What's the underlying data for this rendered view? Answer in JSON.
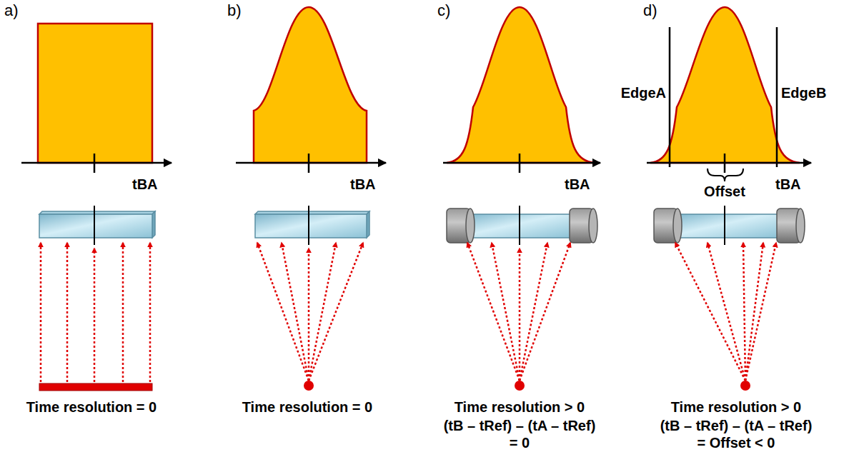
{
  "diagram": {
    "labels": [
      "a)",
      "b)",
      "c)",
      "d)",
      "tBA",
      "tBA",
      "tBA",
      "EdgeA",
      "EdgeB",
      "Offset",
      "tBA",
      "Time resolution = 0",
      "Time resolution = 0",
      "Time resolution > 0",
      "(tB – tRef) – (tA – tRef) = 0",
      "Time resolution > 0",
      "(tB – tRef) – (tA – tRef) = Offset < 0"
    ]
  }
}
